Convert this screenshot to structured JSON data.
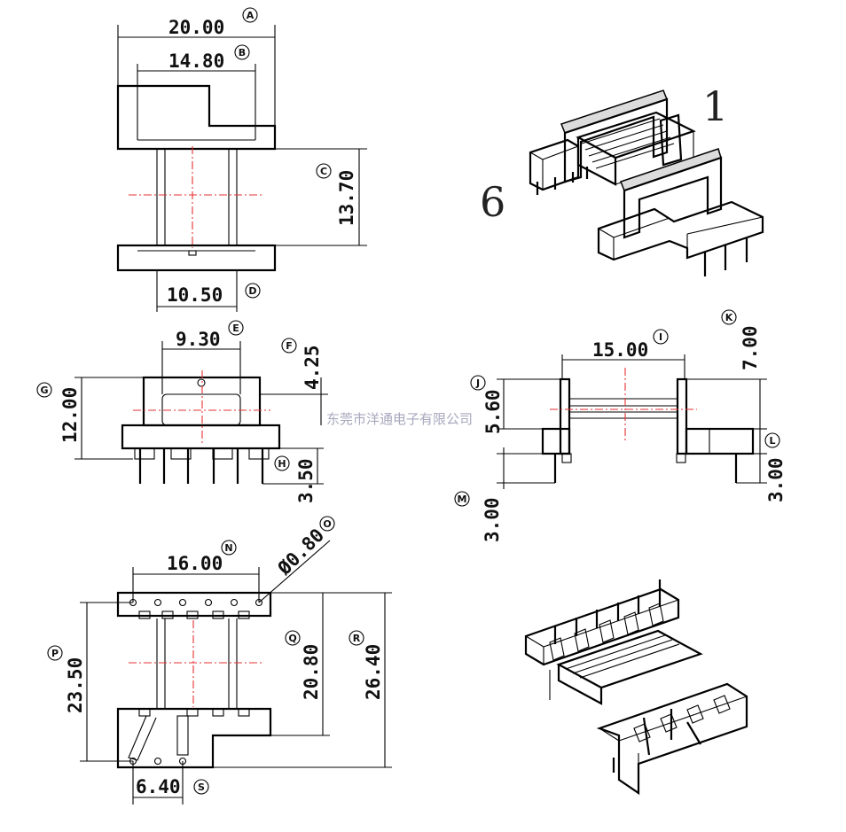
{
  "dimensions": {
    "A": {
      "value": "20.00",
      "marker": "A"
    },
    "B": {
      "value": "14.80",
      "marker": "B"
    },
    "C": {
      "value": "13.70",
      "marker": "C"
    },
    "D": {
      "value": "10.50",
      "marker": "D"
    },
    "E": {
      "value": "9.30",
      "marker": "E"
    },
    "F": {
      "value": "4.25",
      "marker": "F"
    },
    "G": {
      "value": "12.00",
      "marker": "G"
    },
    "H": {
      "value": "3.50",
      "marker": "H"
    },
    "I": {
      "value": "15.00",
      "marker": "I"
    },
    "J": {
      "value": "5.60",
      "marker": "J"
    },
    "K": {
      "value": "7.00",
      "marker": "K"
    },
    "L": {
      "value": "3.00",
      "marker": "L"
    },
    "M": {
      "value": "3.00",
      "marker": "M"
    },
    "N": {
      "value": "16.00",
      "marker": "N"
    },
    "O": {
      "value": "Ø0.80",
      "marker": "O"
    },
    "P": {
      "value": "23.50",
      "marker": "P"
    },
    "Q": {
      "value": "20.80",
      "marker": "Q"
    },
    "R": {
      "value": "26.40",
      "marker": "R"
    },
    "S": {
      "value": "6.40",
      "marker": "S"
    }
  },
  "pin_labels": {
    "pin1": "1",
    "pin6": "6"
  },
  "watermark": "东莞市洋通电子有限公司",
  "colors": {
    "line": "#000000",
    "centerline": "#e53030",
    "watermark": "#8a8aa8"
  }
}
